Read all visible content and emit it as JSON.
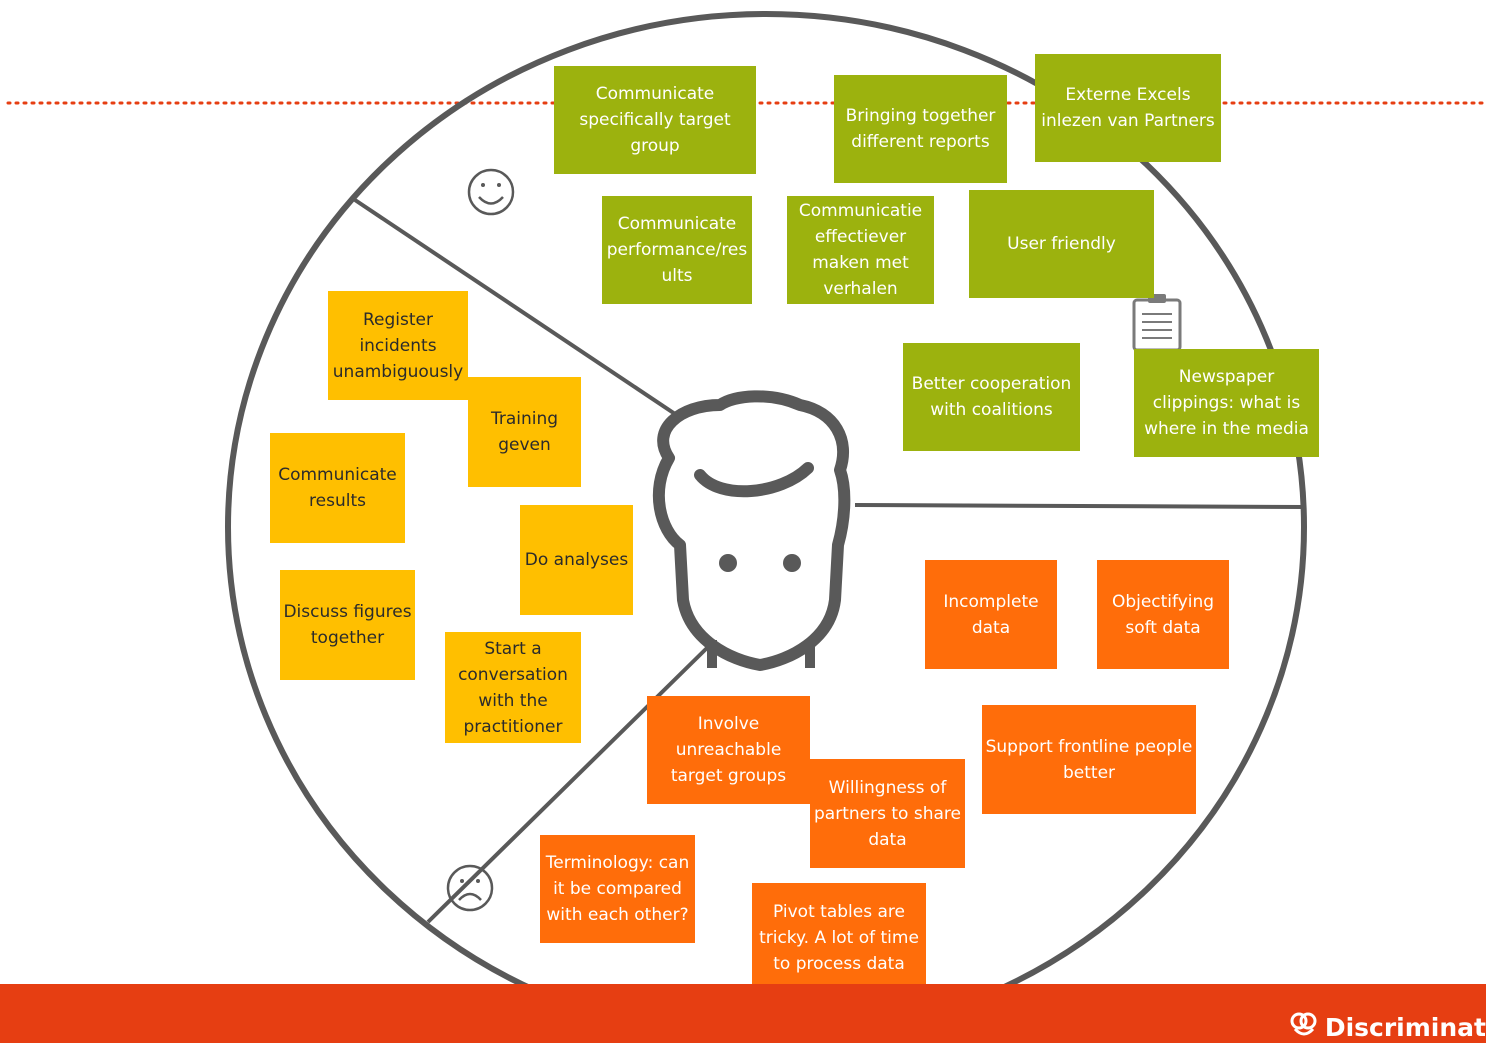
{
  "notes": {
    "green": [
      "Communicate specifically target group",
      "Bringing together different reports",
      "Externe Excels inlezen van Partners",
      "Communicate performance/res ults",
      "Communicatie effectiever maken met verhalen",
      "User friendly",
      "Better cooperation with coalitions",
      "Newspaper clippings: what is where in the media"
    ],
    "yellow": [
      "Register incidents unambiguously",
      "Training geven",
      "Communicate results",
      "Do analyses",
      "Discuss figures together",
      "Start a conversation with the practitioner"
    ],
    "orange": [
      "Incomplete data",
      "Objectifying soft data",
      "Support frontline people better",
      "Involve unreachable target groups",
      "Willingness of partners to share data",
      "Terminology: can it be compared with each other?",
      "Pivot tables are tricky. A lot of time to process data"
    ]
  },
  "icons": {
    "happy": "smiley-happy-icon",
    "sad": "smiley-sad-icon",
    "person": "person-head-icon",
    "clipboard": "clipboard-icon"
  },
  "colors": {
    "green": "#9cb20e",
    "yellow": "#ffbf00",
    "orange": "#ff6d0a",
    "footer": "#e63e12",
    "outline": "#595959"
  },
  "footer": {
    "brand": "Discriminat"
  }
}
